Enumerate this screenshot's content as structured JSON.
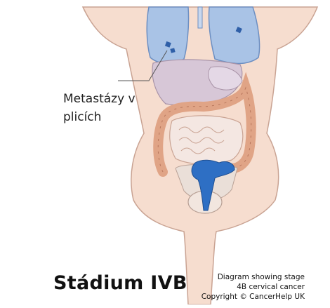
{
  "figure": {
    "callout": {
      "line1": "Metastázy v",
      "line2": "plicích"
    },
    "stage_title": "Stádium IVB",
    "caption": {
      "line1": "Diagram showing stage",
      "line2": "4B cervical cancer",
      "line3": "Copyright © CancerHelp UK"
    }
  },
  "colors": {
    "skin": "#f6ddcf",
    "skin_outline": "#c9a393",
    "lungs": "#a9c3e6",
    "lung_outline": "#6d8fc2",
    "liver": "#d7c7d7",
    "colon": "#e0a486",
    "small_intestine": "#f4e7e2",
    "tumour": "#2e6fc4",
    "metastasis": "#2f5fa8"
  }
}
